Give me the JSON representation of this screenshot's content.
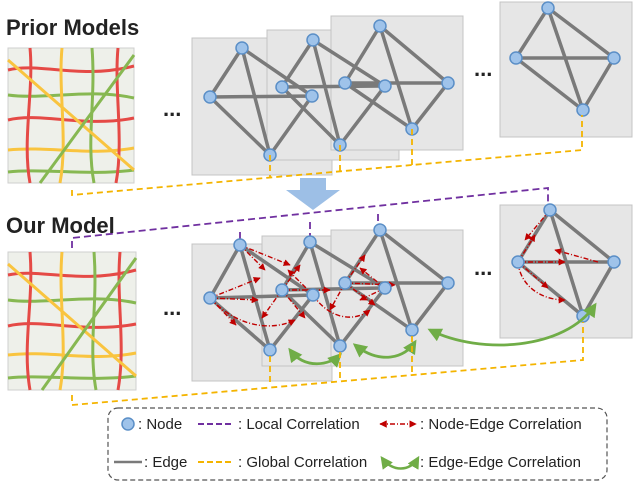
{
  "titles": {
    "prior": "Prior Models",
    "ours": "Our Model"
  },
  "ellipsis": "...",
  "legend": {
    "node": ": Node",
    "edge": ": Edge",
    "local": ": Local Correlation",
    "global": ": Global Correlation",
    "node_edge": ": Node-Edge Correlation",
    "edge_edge": ": Edge-Edge Correlation"
  },
  "colors": {
    "node_fill": "#9fc3ea",
    "node_stroke": "#5b8fc7",
    "edge": "#7a7a7a",
    "panel": "#e6e6e6",
    "panel_border": "#c4c4c4",
    "local": "#7030a0",
    "global": "#f4b400",
    "node_edge": "#c00000",
    "edge_edge": "#70ad47",
    "arrow": "#9dbfe6"
  },
  "icons": {
    "map": "traffic-map-icon",
    "transition": "down-arrow-icon"
  }
}
